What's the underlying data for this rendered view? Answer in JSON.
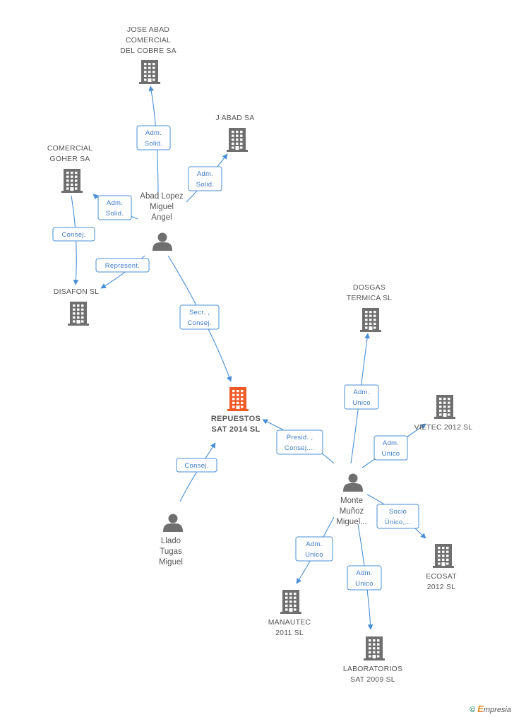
{
  "colors": {
    "edge": "#4a8fd6",
    "edge_text": "#3b79c6",
    "node": "#6f6f6f",
    "focus_node": "#f05a28",
    "label": "#555555"
  },
  "nodes": [
    {
      "id": "jose_abad",
      "type": "company",
      "lines": [
        "JOSE ABAD",
        "COMERCIAL",
        "DEL COBRE SA"
      ]
    },
    {
      "id": "j_abad",
      "type": "company",
      "lines": [
        "J ABAD SA"
      ]
    },
    {
      "id": "comercial_goher",
      "type": "company",
      "lines": [
        "COMERCIAL",
        "GOHER SA"
      ]
    },
    {
      "id": "abad_lopez",
      "type": "person",
      "lines": [
        "Abad Lopez",
        "Miguel",
        "Angel"
      ]
    },
    {
      "id": "disafon",
      "type": "company",
      "lines": [
        "DISAFON  SL"
      ]
    },
    {
      "id": "dosgas",
      "type": "company",
      "lines": [
        "DOSGAS",
        "TERMICA SL"
      ]
    },
    {
      "id": "repuestos",
      "type": "focus",
      "lines": [
        "REPUESTOS",
        "SAT 2014  SL"
      ]
    },
    {
      "id": "vietec",
      "type": "company",
      "lines": [
        "VIETEC 2012 SL"
      ]
    },
    {
      "id": "monte",
      "type": "person",
      "lines": [
        "Monte",
        "Muñoz",
        "Miguel..."
      ]
    },
    {
      "id": "llado",
      "type": "person",
      "lines": [
        "Llado",
        "Tugas",
        "Miguel"
      ]
    },
    {
      "id": "ecosat",
      "type": "company",
      "lines": [
        "ECOSAT",
        "2012 SL"
      ]
    },
    {
      "id": "manautec",
      "type": "company",
      "lines": [
        "MANAUTEC",
        "2011 SL"
      ]
    },
    {
      "id": "laboratorios",
      "type": "company",
      "lines": [
        "LABORATORIOS",
        "SAT 2009 SL"
      ]
    }
  ],
  "edges": [
    {
      "from": "abad_lopez",
      "to": "jose_abad",
      "lines": [
        "Adm.",
        "Solid."
      ]
    },
    {
      "from": "abad_lopez",
      "to": "j_abad",
      "lines": [
        "Adm.",
        "Solid."
      ]
    },
    {
      "from": "abad_lopez",
      "to": "comercial_goher",
      "lines": [
        "Adm.",
        "Solid."
      ]
    },
    {
      "from": "comercial_goher",
      "to": "disafon",
      "lines": [
        "Consej."
      ]
    },
    {
      "from": "abad_lopez",
      "to": "disafon",
      "lines": [
        "Represent."
      ]
    },
    {
      "from": "abad_lopez",
      "to": "repuestos",
      "lines": [
        "Secr. ,",
        "Consej."
      ]
    },
    {
      "from": "monte",
      "to": "repuestos",
      "lines": [
        "Presid. ,",
        "Consej...."
      ]
    },
    {
      "from": "monte",
      "to": "dosgas",
      "lines": [
        "Adm.",
        "Unico"
      ]
    },
    {
      "from": "monte",
      "to": "vietec",
      "lines": [
        "Adm.",
        "Unico"
      ]
    },
    {
      "from": "monte",
      "to": "ecosat",
      "lines": [
        "Socio",
        "Único,..."
      ]
    },
    {
      "from": "monte",
      "to": "manautec",
      "lines": [
        "Adm.",
        "Unico"
      ]
    },
    {
      "from": "monte",
      "to": "laboratorios",
      "lines": [
        "Adm.",
        "Unico"
      ]
    },
    {
      "from": "llado",
      "to": "repuestos",
      "lines": [
        "Consej."
      ]
    }
  ],
  "footer": {
    "copyright": "©",
    "brand_initial": "E",
    "brand_rest": "mpresia"
  }
}
